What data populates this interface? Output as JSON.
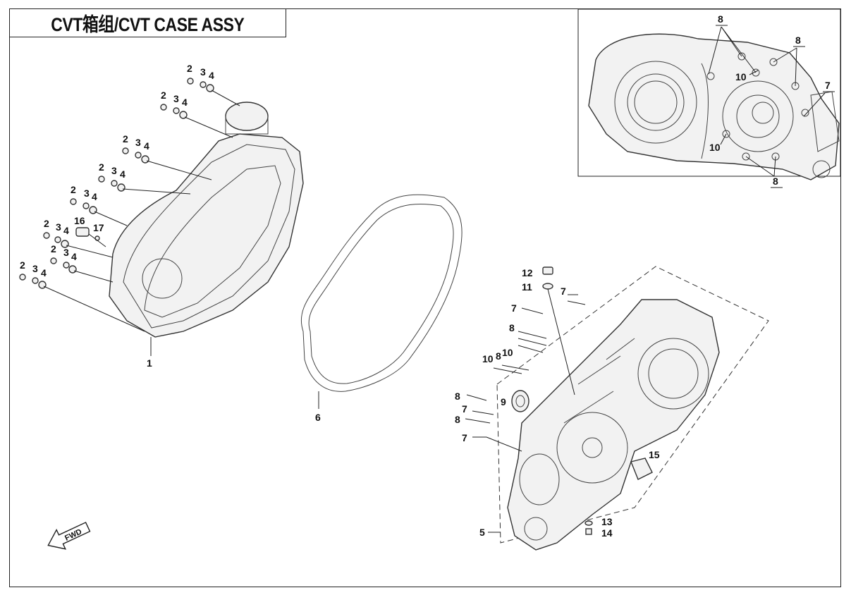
{
  "title": "CVT箱组/CVT CASE ASSY",
  "fwd_label": "FWD",
  "callouts": {
    "c1": "1",
    "c2": "2",
    "c3": "3",
    "c4": "4",
    "c5": "5",
    "c6": "6",
    "c7": "7",
    "c8": "8",
    "c9": "9",
    "c10": "10",
    "c11": "11",
    "c12": "12",
    "c13": "13",
    "c14": "14",
    "c15": "15",
    "c16": "16",
    "c17": "17"
  }
}
